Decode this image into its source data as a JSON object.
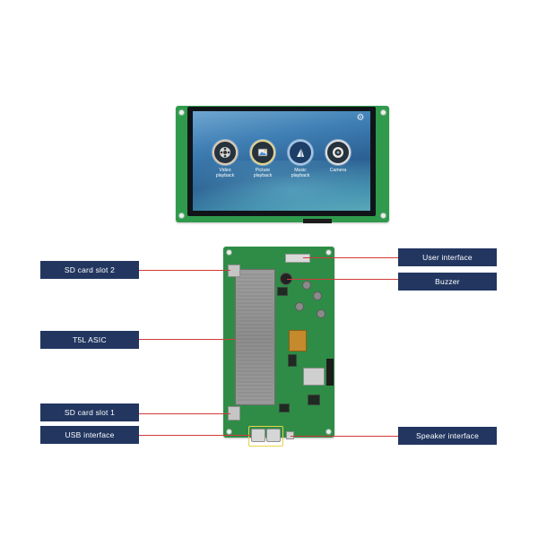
{
  "display_module": {
    "apps": [
      {
        "id": "video",
        "label": "Video\nplayback"
      },
      {
        "id": "picture",
        "label": "Picture\nplayback"
      },
      {
        "id": "music",
        "label": "Music\nplayback"
      },
      {
        "id": "camera",
        "label": "Camera"
      }
    ]
  },
  "callouts": {
    "sd_card_slot_2": "SD card slot 2",
    "t5l_asic": "T5L ASIC",
    "sd_card_slot_1": "SD card slot 1",
    "usb_interface": "USB interface",
    "user_interface": "User interface",
    "buzzer": "Buzzer",
    "speaker_interface": "Speaker interface"
  },
  "colors": {
    "label_bg": "#223660",
    "leader_line": "#d23a3a",
    "pcb_green": "#2e8c46"
  }
}
